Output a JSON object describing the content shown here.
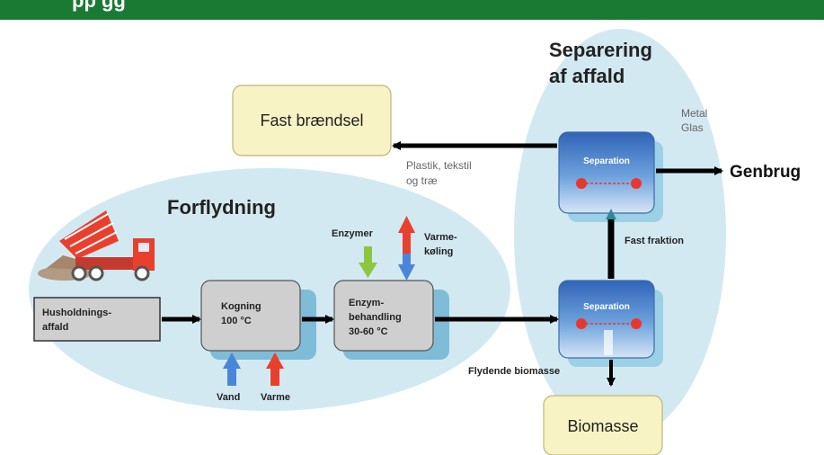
{
  "header": {
    "title": "pp                                        gg"
  },
  "regions": {
    "forflydning": "Forflydning",
    "separering_line1": "Separering",
    "separering_line2": "af affald"
  },
  "boxes": {
    "husholdning_line1": "Husholdnings-",
    "husholdning_line2": "affald",
    "kogning_line1": "Kogning",
    "kogning_line2": "100 °C",
    "enzym_line1": "Enzym-",
    "enzym_line2": "behandling",
    "enzym_line3": "30-60 °C",
    "separation_top": "Separation",
    "separation_bottom": "Separation",
    "fast_braendsel": "Fast brændsel",
    "biomasse": "Biomasse"
  },
  "labels": {
    "enzymer": "Enzymer",
    "varme_koling_line1": "Varme-",
    "varme_koling_line2": "køling",
    "vand": "Vand",
    "varme": "Varme",
    "metal": "Metal",
    "glas": "Glas",
    "plastik_line1": "Plastik, tekstil",
    "plastik_line2": "og træ",
    "genbrug": "Genbrug",
    "fast_fraktion": "Fast fraktion",
    "flydende_biomasse": "Flydende biomasse"
  },
  "colors": {
    "header_green": "#1a7a33",
    "region_blue": "#d3e9f2",
    "box_gray": "#cfcfcf",
    "box_yellow": "#f7f3c4",
    "separator_blue": "#3d78c8",
    "separator_dot": "#e8382e",
    "arrow_blue": "#4a86d8",
    "arrow_red": "#e9402e",
    "arrow_green": "#8cc63f",
    "arrow_teal": "#2a8a9a"
  }
}
